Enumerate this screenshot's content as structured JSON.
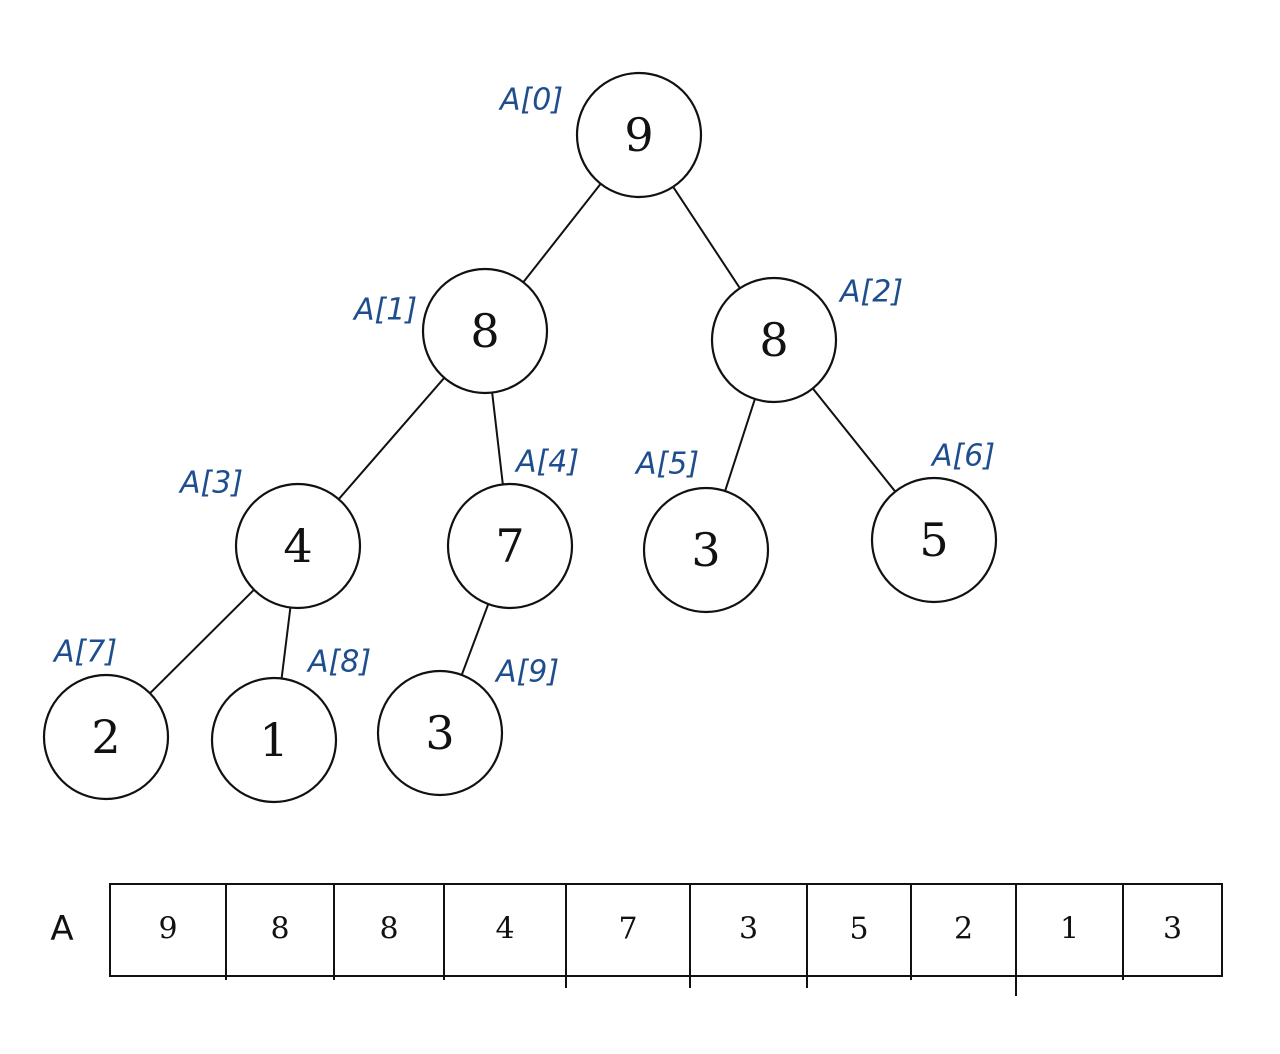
{
  "tree": {
    "nodes": [
      {
        "index_label": "A[0]",
        "value": "9"
      },
      {
        "index_label": "A[1]",
        "value": "8"
      },
      {
        "index_label": "A[2]",
        "value": "8"
      },
      {
        "index_label": "A[3]",
        "value": "4"
      },
      {
        "index_label": "A[4]",
        "value": "7"
      },
      {
        "index_label": "A[5]",
        "value": "3"
      },
      {
        "index_label": "A[6]",
        "value": "5"
      },
      {
        "index_label": "A[7]",
        "value": "2"
      },
      {
        "index_label": "A[8]",
        "value": "1"
      },
      {
        "index_label": "A[9]",
        "value": "3"
      }
    ]
  },
  "array": {
    "name": "A",
    "values": [
      "9",
      "8",
      "8",
      "4",
      "7",
      "3",
      "5",
      "2",
      "1",
      "3"
    ]
  },
  "colors": {
    "line": "#111111",
    "index_label": "#1f4e8f",
    "background": "#ffffff"
  }
}
